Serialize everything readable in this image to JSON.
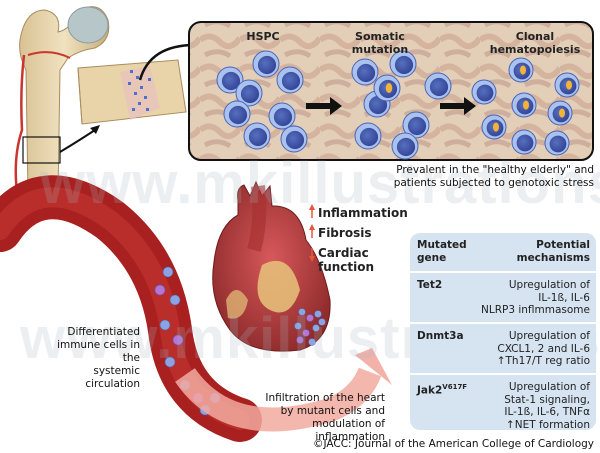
{
  "figure": {
    "title": "Clonal hematopoiesis and cardiovascular disease",
    "bone_marrow_panel": {
      "stages": [
        "HSPC",
        "Somatic mutation",
        "Clonal hematopoiesis"
      ],
      "stage_lines": [
        [
          "HSPC"
        ],
        [
          "Somatic",
          "mutation"
        ],
        [
          "Clonal",
          "hematopoiesis"
        ]
      ],
      "caption_lines": [
        "Prevalent in the \"healthy elderly\" and",
        "patients subjected to genotoxic stress"
      ]
    },
    "circulation_caption_lines": [
      "Differentiated",
      "immune cells in the",
      "systemic circulation"
    ],
    "infiltration_caption_lines": [
      "Infiltration of the heart",
      "by mutant cells and",
      "modulation of inflammation"
    ],
    "cardiac_effects": [
      {
        "direction": "up",
        "arrow": "↑",
        "label": "Inflammation"
      },
      {
        "direction": "up",
        "arrow": "↑",
        "label": "Fibrosis"
      },
      {
        "direction": "down",
        "arrow": "↓",
        "label": "Cardiac function"
      }
    ],
    "cardiac_effect_lines": {
      "cardiac": "Cardiac",
      "function": "function"
    },
    "table": {
      "headers": {
        "gene_lines": [
          "Mutated",
          "gene"
        ],
        "mechanism_lines": [
          "Potential",
          "mechanisms"
        ]
      },
      "rows": [
        {
          "gene": "Tet2",
          "gene_sup": "",
          "mechanism_lines": [
            "Upregulation of",
            "IL-1ß, IL-6",
            "NLRP3 inflmmasome"
          ]
        },
        {
          "gene": "Dnmt3a",
          "gene_sup": "",
          "mechanism_lines": [
            "Upregulation of",
            "CXCL1, 2 and IL-6",
            "↑Th17/T reg ratio"
          ]
        },
        {
          "gene": "Jak2",
          "gene_sup": "V617F",
          "mechanism_lines": [
            "Upregulation of",
            "Stat-1 signaling,",
            "IL-1ß, IL-6, TNFα",
            "↑NET formation"
          ]
        }
      ]
    },
    "credit": "©JACC: Journal of the American College of Cardiology",
    "watermark": "www.mkillustrations.com"
  },
  "colors": {
    "accent_arrow": "#e8553d",
    "vessel": "#a8201f",
    "table_bg": "#d6e4f2",
    "cell_blue": "#6e86d0",
    "mutant_nucleus": "#f2b437",
    "marrow_bg": "#d9c1a8"
  }
}
